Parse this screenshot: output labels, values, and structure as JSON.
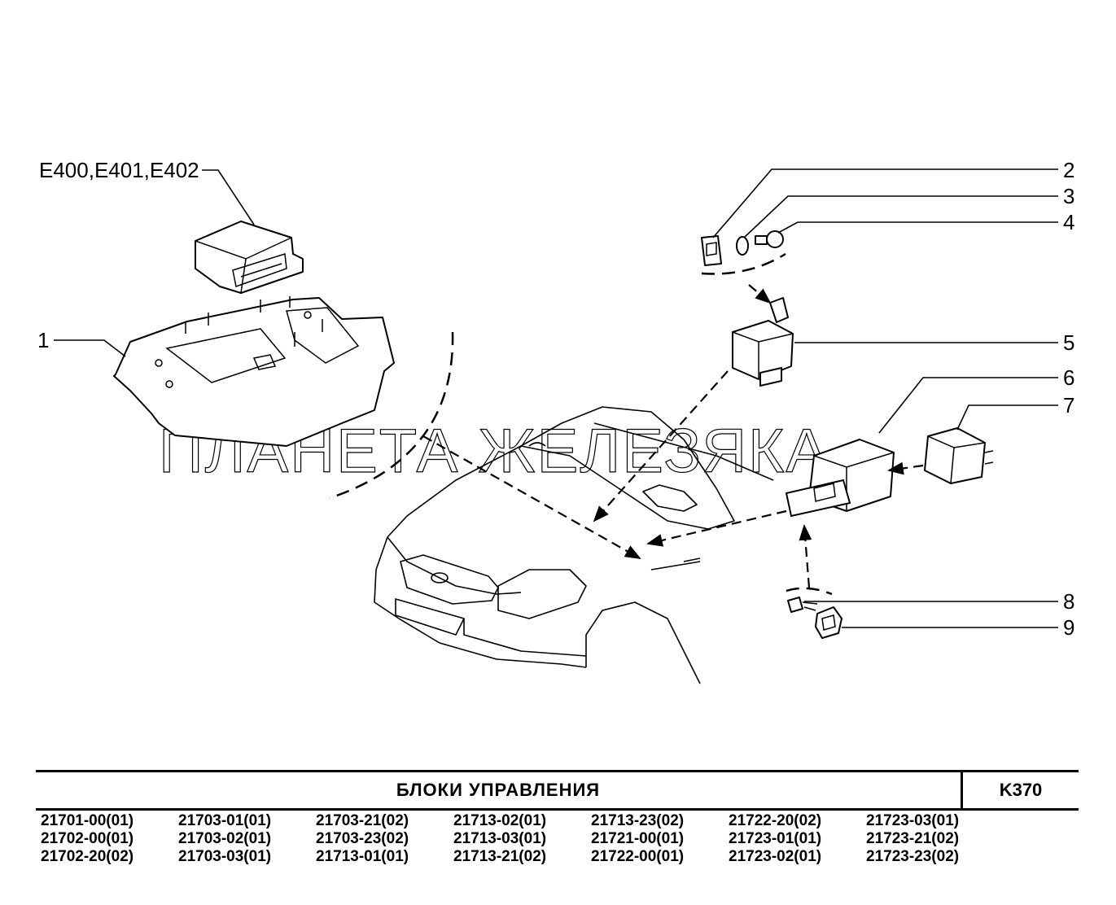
{
  "diagram": {
    "label_e": "E400,E401,E402",
    "callouts": [
      "1",
      "2",
      "3",
      "4",
      "5",
      "6",
      "7",
      "8",
      "9"
    ],
    "watermark": "ПЛАНЕТА ЖЕЛЕЗЯКА"
  },
  "title_block": {
    "title": "БЛОКИ  УПРАВЛЕНИЯ",
    "code": "K370",
    "model_codes": [
      [
        "21701-00(01)",
        "21702-00(01)",
        "21702-20(02)"
      ],
      [
        "21703-01(01)",
        "21703-02(01)",
        "21703-03(01)"
      ],
      [
        "21703-21(02)",
        "21703-23(02)",
        "21713-01(01)"
      ],
      [
        "21713-02(01)",
        "21713-03(01)",
        "21713-21(02)"
      ],
      [
        "21713-23(02)",
        "21721-00(01)",
        "21722-00(01)"
      ],
      [
        "21722-20(02)",
        "21723-01(01)",
        "21723-02(01)"
      ],
      [
        "21723-03(01)",
        "21723-21(02)",
        "21723-23(02)"
      ]
    ]
  }
}
